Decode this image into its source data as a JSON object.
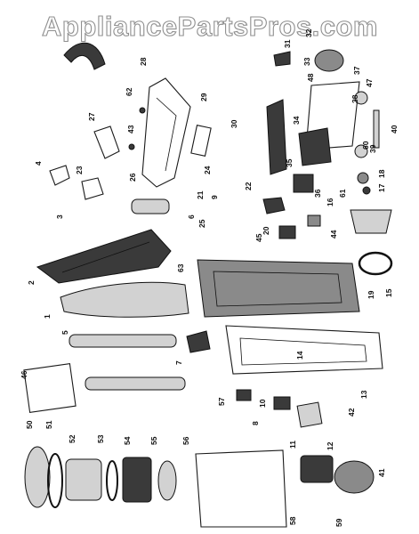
{
  "watermark": "AppliancePartsPros.com",
  "part_numbers": [
    "1",
    "2",
    "3",
    "4",
    "5",
    "6",
    "7",
    "8",
    "9",
    "10",
    "11",
    "12",
    "13",
    "14",
    "15",
    "16",
    "17",
    "18",
    "19",
    "20",
    "21",
    "22",
    "23",
    "24",
    "25",
    "26",
    "27",
    "28",
    "29",
    "30",
    "31",
    "32",
    "33",
    "34",
    "35",
    "36",
    "37",
    "38",
    "39",
    "40",
    "41",
    "42",
    "43",
    "44",
    "45",
    "46",
    "47",
    "48",
    "50",
    "51",
    "52",
    "53",
    "54",
    "55",
    "56",
    "57",
    "58",
    "59",
    "60",
    "61",
    "62",
    "63"
  ]
}
